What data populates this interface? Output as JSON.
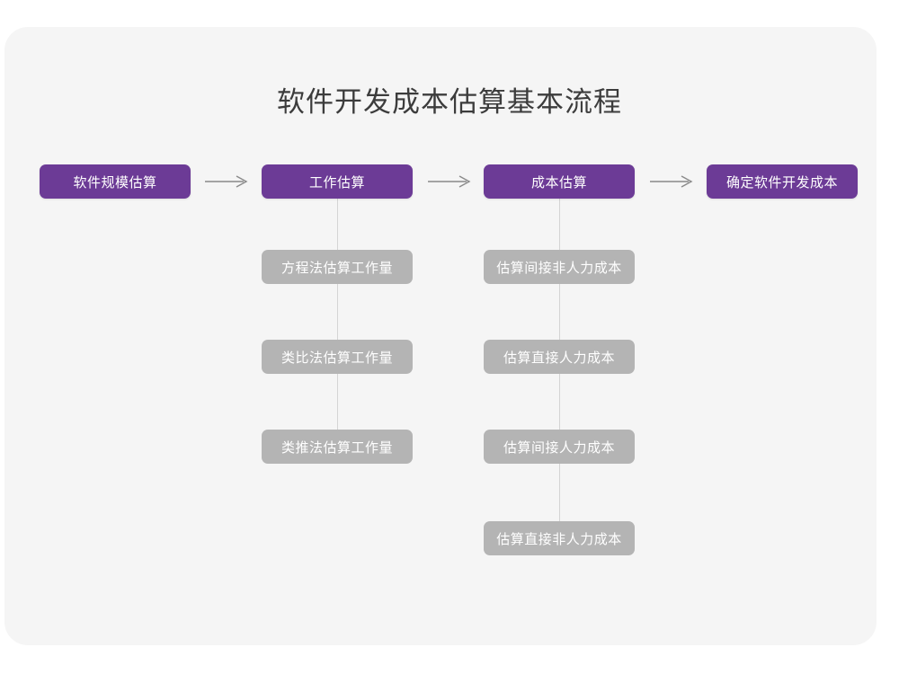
{
  "title": "软件开发成本估算基本流程",
  "colors": {
    "background": "#ffffff",
    "card": "#f5f5f5",
    "primary": "#6c3b96",
    "secondary": "#b4b4b4",
    "title_text": "#3c3c3c",
    "node_text": "#ffffff",
    "connector": "#d4d4d4",
    "arrow": "#8a8a8a"
  },
  "chart_data": {
    "type": "diagram",
    "title": "软件开发成本估算基本流程",
    "orientation": "left-to-right with vertical sub-branches",
    "stages": [
      {
        "id": "stage-1",
        "label": "软件规模估算",
        "children": []
      },
      {
        "id": "stage-2",
        "label": "工作估算",
        "children": [
          {
            "id": "stage-2-sub-1",
            "label": "方程法估算工作量"
          },
          {
            "id": "stage-2-sub-2",
            "label": "类比法估算工作量"
          },
          {
            "id": "stage-2-sub-3",
            "label": "类推法估算工作量"
          }
        ]
      },
      {
        "id": "stage-3",
        "label": "成本估算",
        "children": [
          {
            "id": "stage-3-sub-1",
            "label": "估算间接非人力成本"
          },
          {
            "id": "stage-3-sub-2",
            "label": "估算直接人力成本"
          },
          {
            "id": "stage-3-sub-3",
            "label": "估算间接人力成本"
          },
          {
            "id": "stage-3-sub-4",
            "label": "估算直接非人力成本"
          }
        ]
      },
      {
        "id": "stage-4",
        "label": "确定软件开发成本",
        "children": []
      }
    ],
    "connectors": [
      {
        "from": "stage-1",
        "to": "stage-2",
        "style": "arrow"
      },
      {
        "from": "stage-2",
        "to": "stage-3",
        "style": "arrow"
      },
      {
        "from": "stage-3",
        "to": "stage-4",
        "style": "arrow"
      }
    ]
  },
  "flow": {
    "stage1": {
      "label": "软件规模估算"
    },
    "stage2": {
      "label": "工作估算",
      "sub1": "方程法估算工作量",
      "sub2": "类比法估算工作量",
      "sub3": "类推法估算工作量"
    },
    "stage3": {
      "label": "成本估算",
      "sub1": "估算间接非人力成本",
      "sub2": "估算直接人力成本",
      "sub3": "估算间接人力成本",
      "sub4": "估算直接非人力成本"
    },
    "stage4": {
      "label": "确定软件开发成本"
    }
  }
}
